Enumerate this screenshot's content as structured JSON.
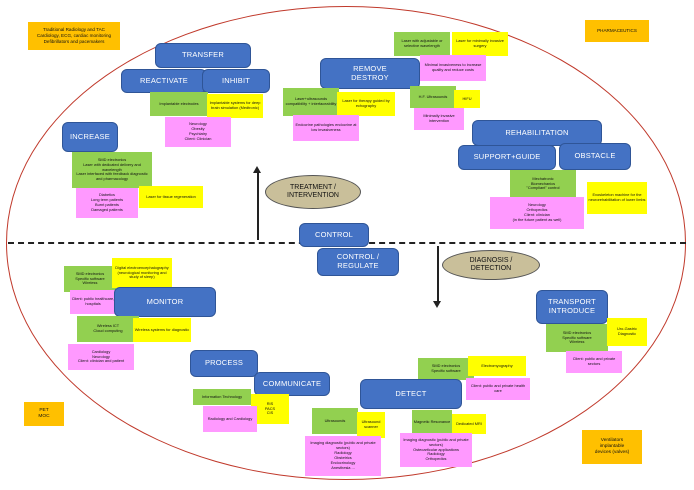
{
  "corners": {
    "top_left": "Traditional Radiology and TAC\nCardiology, ECG, cardiac monitoring\nDefibrillators and pacemakers",
    "top_right": "PHARMACEUTICS",
    "bottom_left": "PET\nMOC",
    "bottom_right": "Ventilators\nimplantable\ndevices (valves)"
  },
  "central": {
    "treatment": "TREATMENT /\nINTERVENTION",
    "diagnosis": "DIAGNOSIS /\nDETECTION",
    "control": "CONTROL",
    "control_regulate": "CONTROL /\nREGULATE"
  },
  "categories": {
    "transfer": "TRANSFER",
    "reactivate": "REACTIVATE",
    "inhibit": "INHIBIT",
    "remove_destroy": "REMOVE\nDESTROY",
    "increase": "INCREASE",
    "rehabilitation": "REHABILITATION",
    "support_guide": "SUPPORT+GUIDE",
    "obstacle": "OBSTACLE",
    "monitor": "MONITOR",
    "transport_introduce": "TRANSPORT\nINTRODUCE",
    "process": "PROCESS",
    "communicate": "COMMUNICATE",
    "detect": "DETECT"
  },
  "notes": {
    "implantable_electrodes": "Implantable electrodes",
    "implantable_systems": "Implantable systems for deep brain simulation (Medtronic)",
    "neurology_obesity": "Neurology\nObesity\nPsychiatry\nClient: Clinician",
    "laser_ultrasounds": "Laser+ultrasounds compatibility + interfaceability",
    "laser_therapy": "Laser for therapy guided by echography",
    "endocrine": "Endocrine pathologies endocrine at low invasiveness",
    "laser_adjustable": "Laser with adjustable or selective wavelength",
    "laser_minimally": "Laser for minimally invasive surgery",
    "minimal_invasiveness": "Minimal invasiveness to increase quality and reduce costs",
    "hf_ultrasounds": "H.F. Ultrasounds",
    "hifu": "HIFU",
    "minimally_invasive": "Minimally invasive intervention",
    "smd_increase": "SMD electronics\nLaser with dedicated delivery and wavelength\nLaser interfaced with feedback diagnostic and pharmacology",
    "diabetics": "Diabetics\nLong term patients\nBurnt patients\nDamaged patients",
    "laser_tissue": "Laser for tissue regeneration",
    "mechatronic": "Mechatronic\nBiomechanics\n\"Compliant\" control",
    "exoskeleton": "Exoskeleton machine for the neurorehabilitation of lower limbs",
    "neurology_ortho": "Neurology\nOrthopedics\nClient: clinician\n(in the future patient as well)",
    "smd_monitor": "SMD electronics\nSpecific software\nWireless",
    "digital_eeg": "Digital electroencephalography (neurological monitoring and study of sleep)",
    "client_public": "Client: public healthcare, hospitals",
    "wireless_ict": "Wireless ICT\nCloud computing",
    "wireless_systems": "Wireless systems for diagnostic",
    "cardiology_neuro": "Cardiology\nNeurology\nClient: clinician and patient",
    "smd_transport": "SMD electronics\nSpecific software\nWireless",
    "uro_gastric": "Uro-Gastric Diagnostic",
    "client_public_private": "Client: public and private sectors",
    "information_technology": "Information Technology",
    "ris_pacs": "RIS\nPACS\nCIS",
    "radiology_cardiology": "Radiology and Cardiology",
    "smd_detect": "SMD electronics\nSpecific software",
    "electromyography": "Electromyography",
    "client_health": "Client: public and private health care",
    "ultrasounds": "Ultrasounds",
    "ultrasound_scanner": "Ultrasound scanner",
    "imaging_diag_1": "Imaging diagnostic (public and private sectors)\nRadiology\nObstetrics\nEndocrinology\nAnesthesia ...",
    "magnetic_resonance": "Magnetic Resonance",
    "dedicated_mri": "Dedicated MRI",
    "imaging_diag_2": "Imaging diagnostic (public and private sectors)\nOsteoarticular applications\nRadiology\nOrthopedics"
  }
}
